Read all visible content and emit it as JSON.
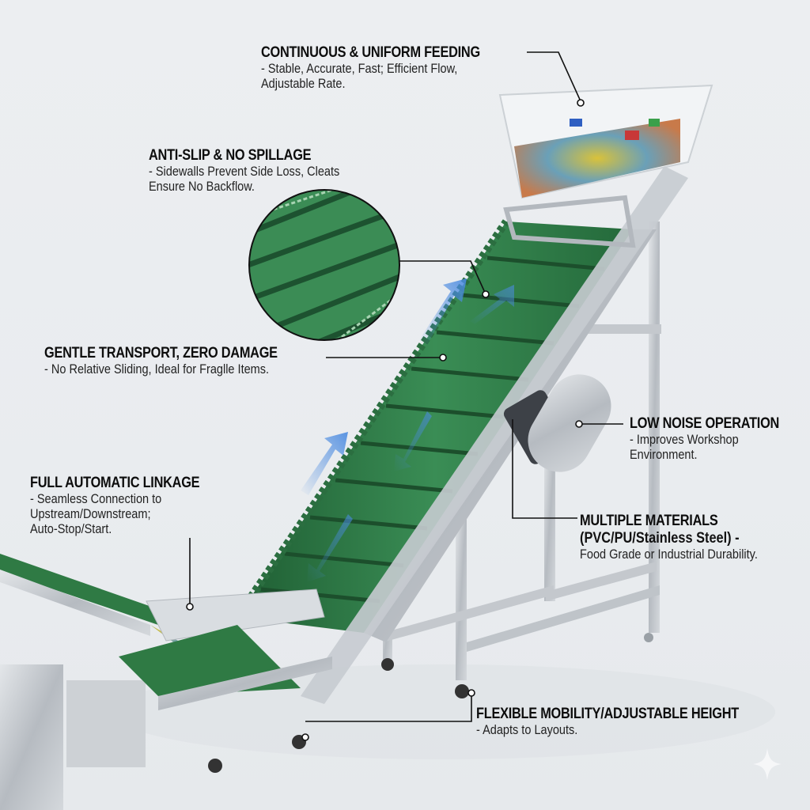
{
  "figure": {
    "subject": "Inclined sidewall cleated belt conveyor with hopper",
    "background_color": "#e9ecef",
    "belt_color": "#2e7d46",
    "frame_color": "#b9bec4",
    "arrow_color": "#4a8ae0"
  },
  "callouts": [
    {
      "id": "continuous-feeding",
      "title": "CONTINUOUS & UNIFORM FEEDING",
      "desc": "- Stable, Accurate, Fast; Efficient Flow,\nAdjustable Rate.",
      "target": "top hopper"
    },
    {
      "id": "anti-slip",
      "title": "ANTI-SLIP & NO SPILLAGE",
      "desc": "- Sidewalls Prevent Side Loss, Cleats\nEnsure No Backflow.",
      "target": "belt sidewall detail (magnified inset)"
    },
    {
      "id": "gentle-transport",
      "title": "GENTLE TRANSPORT, ZERO DAMAGE",
      "desc": "- No Relative Sliding, Ideal for Fraglle Items.",
      "target": "belt edge"
    },
    {
      "id": "automatic-linkage",
      "title": "FULL AUTOMATIC LINKAGE",
      "desc": "- Seamless Connection to\nUpstream/Downstream;\nAuto-Stop/Start.",
      "target": "lower feed hopper"
    },
    {
      "id": "low-noise",
      "title": "LOW NOISE OPERATION",
      "desc": "- Improves Workshop\nEnvironment.",
      "target": "drive motor cover"
    },
    {
      "id": "multiple-materials",
      "title": "MULTIPLE MATERIALS",
      "title2": "(PVC/PU/Stainless Steel) -",
      "desc": "Food Grade or Industrial Durability.",
      "target": "frame / motor mount"
    },
    {
      "id": "flexible-mobility",
      "title": "FLEXIBLE MOBILITY/ADJUSTABLE HEIGHT",
      "desc": "- Adapts to Layouts.",
      "target": "caster wheels"
    }
  ],
  "watermark": {
    "icon": "sparkle-icon"
  }
}
